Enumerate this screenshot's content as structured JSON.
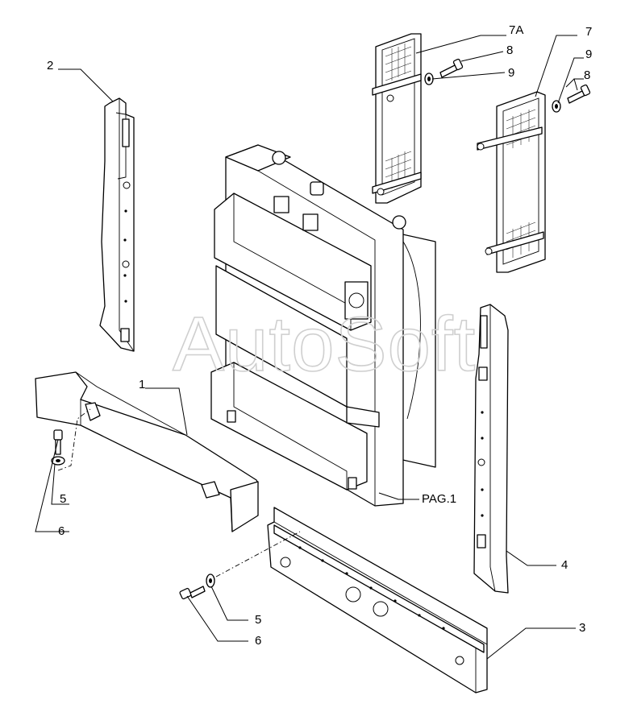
{
  "diagram": {
    "watermark": "AutoSoft",
    "callouts": [
      {
        "id": "c-2",
        "text": "2"
      },
      {
        "id": "c-7a",
        "text": "7A"
      },
      {
        "id": "c-8a",
        "text": "8"
      },
      {
        "id": "c-9a",
        "text": "9"
      },
      {
        "id": "c-7",
        "text": "7"
      },
      {
        "id": "c-9b",
        "text": "9"
      },
      {
        "id": "c-8b",
        "text": "8"
      },
      {
        "id": "c-1",
        "text": "1"
      },
      {
        "id": "c-5a",
        "text": "5"
      },
      {
        "id": "c-6a",
        "text": "6"
      },
      {
        "id": "c-pag",
        "text": "PAG.1"
      },
      {
        "id": "c-4",
        "text": "4"
      },
      {
        "id": "c-5b",
        "text": "5"
      },
      {
        "id": "c-6b",
        "text": "6"
      },
      {
        "id": "c-3",
        "text": "3"
      }
    ]
  }
}
